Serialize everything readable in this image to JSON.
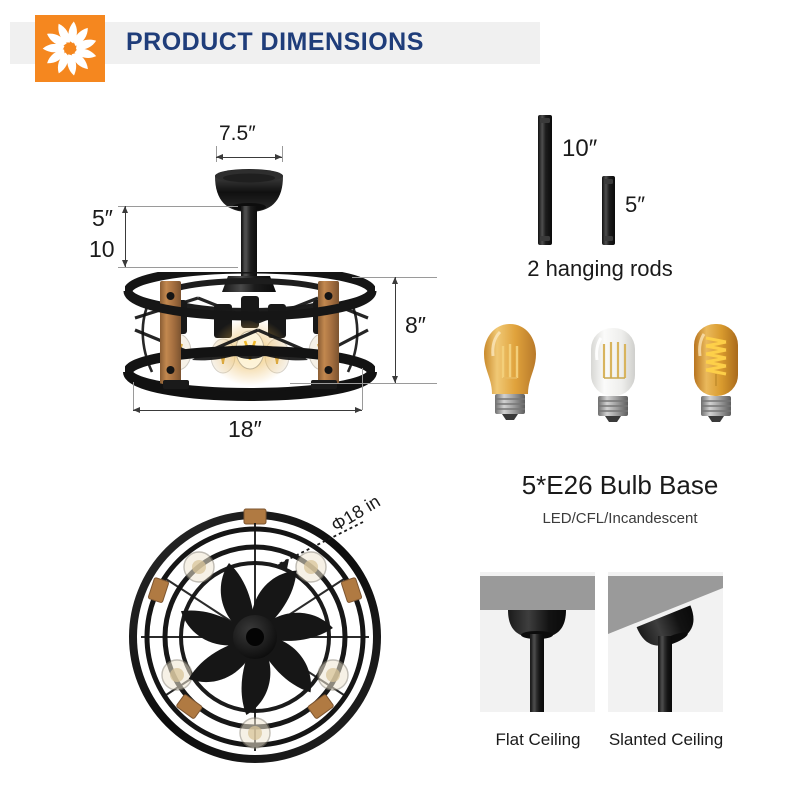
{
  "header": {
    "title": "PRODUCT DIMENSIONS",
    "logo_icon": "fan-blades-logo-icon",
    "band_color": "#f0f0f0",
    "logo_color": "#f5871f",
    "title_color": "#1f3d7a"
  },
  "main_diagram": {
    "name": "ceiling-fan-side-view",
    "dimensions": {
      "canopy_width": "7.5″",
      "rod_option_1": "5″",
      "rod_option_2": "10",
      "fixture_height": "8″",
      "fixture_diameter": "18″"
    }
  },
  "rods": {
    "long_label": "10″",
    "short_label": "5″",
    "caption": "2 hanging rods"
  },
  "bulbs": {
    "caption": "5*E26 Bulb Base",
    "subcaption": "LED/CFL/Incandescent",
    "items": [
      {
        "name": "amber-st64-filament-bulb",
        "glass": "#e0a33c",
        "type": "teardrop"
      },
      {
        "name": "clear-tubular-filament-bulb",
        "glass": "#f4f4f2",
        "type": "tubular"
      },
      {
        "name": "amber-spiral-filament-bulb",
        "glass": "#d99b2e",
        "type": "tubular-spiral"
      }
    ]
  },
  "bottom_view": {
    "name": "ceiling-fan-bottom-view",
    "diameter_label": "Φ18 in"
  },
  "mounting": {
    "flat": {
      "label": "Flat Ceiling",
      "icon": "flat-ceiling-mount-icon"
    },
    "slanted": {
      "label": "Slanted Ceiling",
      "icon": "slanted-ceiling-mount-icon"
    },
    "ceiling_color": "#9a9a9a",
    "hardware_color": "#1a1a1a"
  }
}
